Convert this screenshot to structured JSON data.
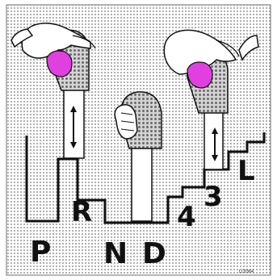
{
  "diagram": {
    "gear_labels": {
      "p": "P",
      "r": "R",
      "n": "N",
      "d": "D",
      "four": "4",
      "three": "3",
      "l": "L"
    },
    "reference_code": "LC0364",
    "colors": {
      "background": "#ffffff",
      "grid_dot": "#9a9a9a",
      "outline": "#111111",
      "knob_fill": "#bcbcbc",
      "thumb_highlight": "#e040e0"
    },
    "icons": {
      "left_hand": "hand-pressing-knob-icon",
      "center_knob": "hand-on-knob-icon",
      "right_hand": "hand-pressing-knob-icon",
      "left_arrow": "double-arrow-vertical-icon",
      "right_arrow": "double-arrow-vertical-icon"
    }
  }
}
